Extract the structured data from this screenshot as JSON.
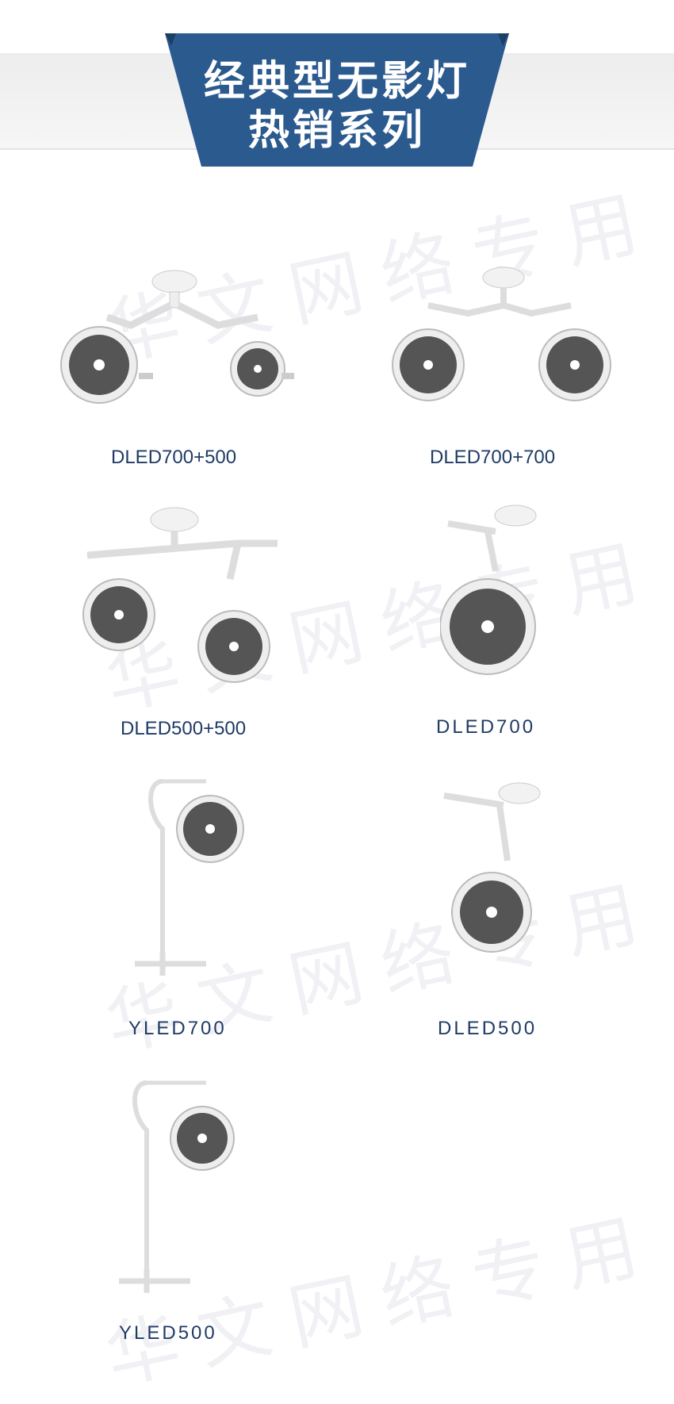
{
  "banner": {
    "line1": "经典型无影灯",
    "line2": "热销系列",
    "color": "#2b5a8f"
  },
  "watermark": "华文网络专用",
  "products": [
    {
      "name": "DLED700+500"
    },
    {
      "name": "DLED700+700"
    },
    {
      "name": "DLED500+500"
    },
    {
      "name": "DLED700"
    },
    {
      "name": "YLED700"
    },
    {
      "name": "DLED500"
    },
    {
      "name": "YLED500"
    }
  ]
}
